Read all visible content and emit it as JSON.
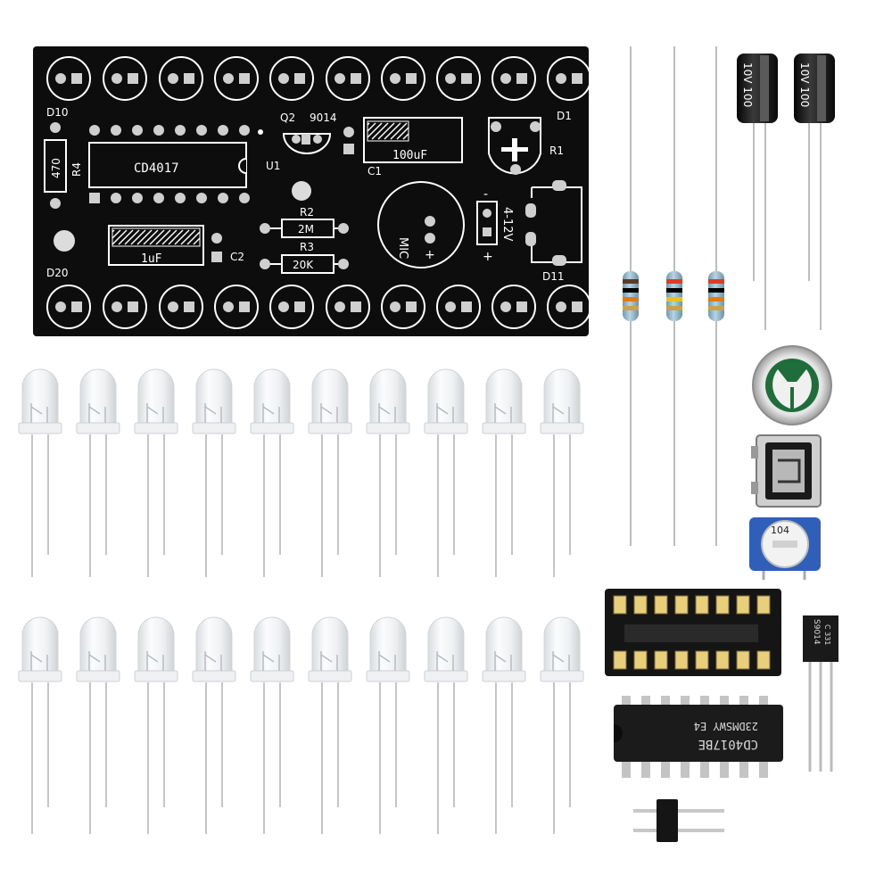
{
  "pcb": {
    "ic_label": "CD4017",
    "u1": "U1",
    "q2": "Q2",
    "transistor": "9014",
    "c1_value": "100uF",
    "c1": "C1",
    "c2_value": "1uF",
    "c2": "C2",
    "r1": "R1",
    "r2": "R2",
    "r2_value": "2M",
    "r3": "R3",
    "r3_value": "20K",
    "r4": "R4",
    "r4_value": "470",
    "mic": "MIC",
    "voltage": "4-12V",
    "minus": "-",
    "plus": "+",
    "d1": "D1",
    "d10": "D10",
    "d11": "D11",
    "d20": "D20"
  },
  "parts": {
    "capacitor_a_marking": "10V 100",
    "capacitor_b_marking": "10V 100",
    "pot_marking": "104",
    "ic_marking_1": "CD4017BE",
    "ic_marking_2": "23DMSWY E4",
    "transistor_marking": "S9014",
    "transistor_marking_2": "C 331"
  },
  "colors": {
    "pcb": "#0d0d0d",
    "silkscreen": "#ffffff",
    "pad": "#c9c9c9",
    "resistor_body": "#8fb7cc",
    "pot_body": "#2f5fb8"
  }
}
